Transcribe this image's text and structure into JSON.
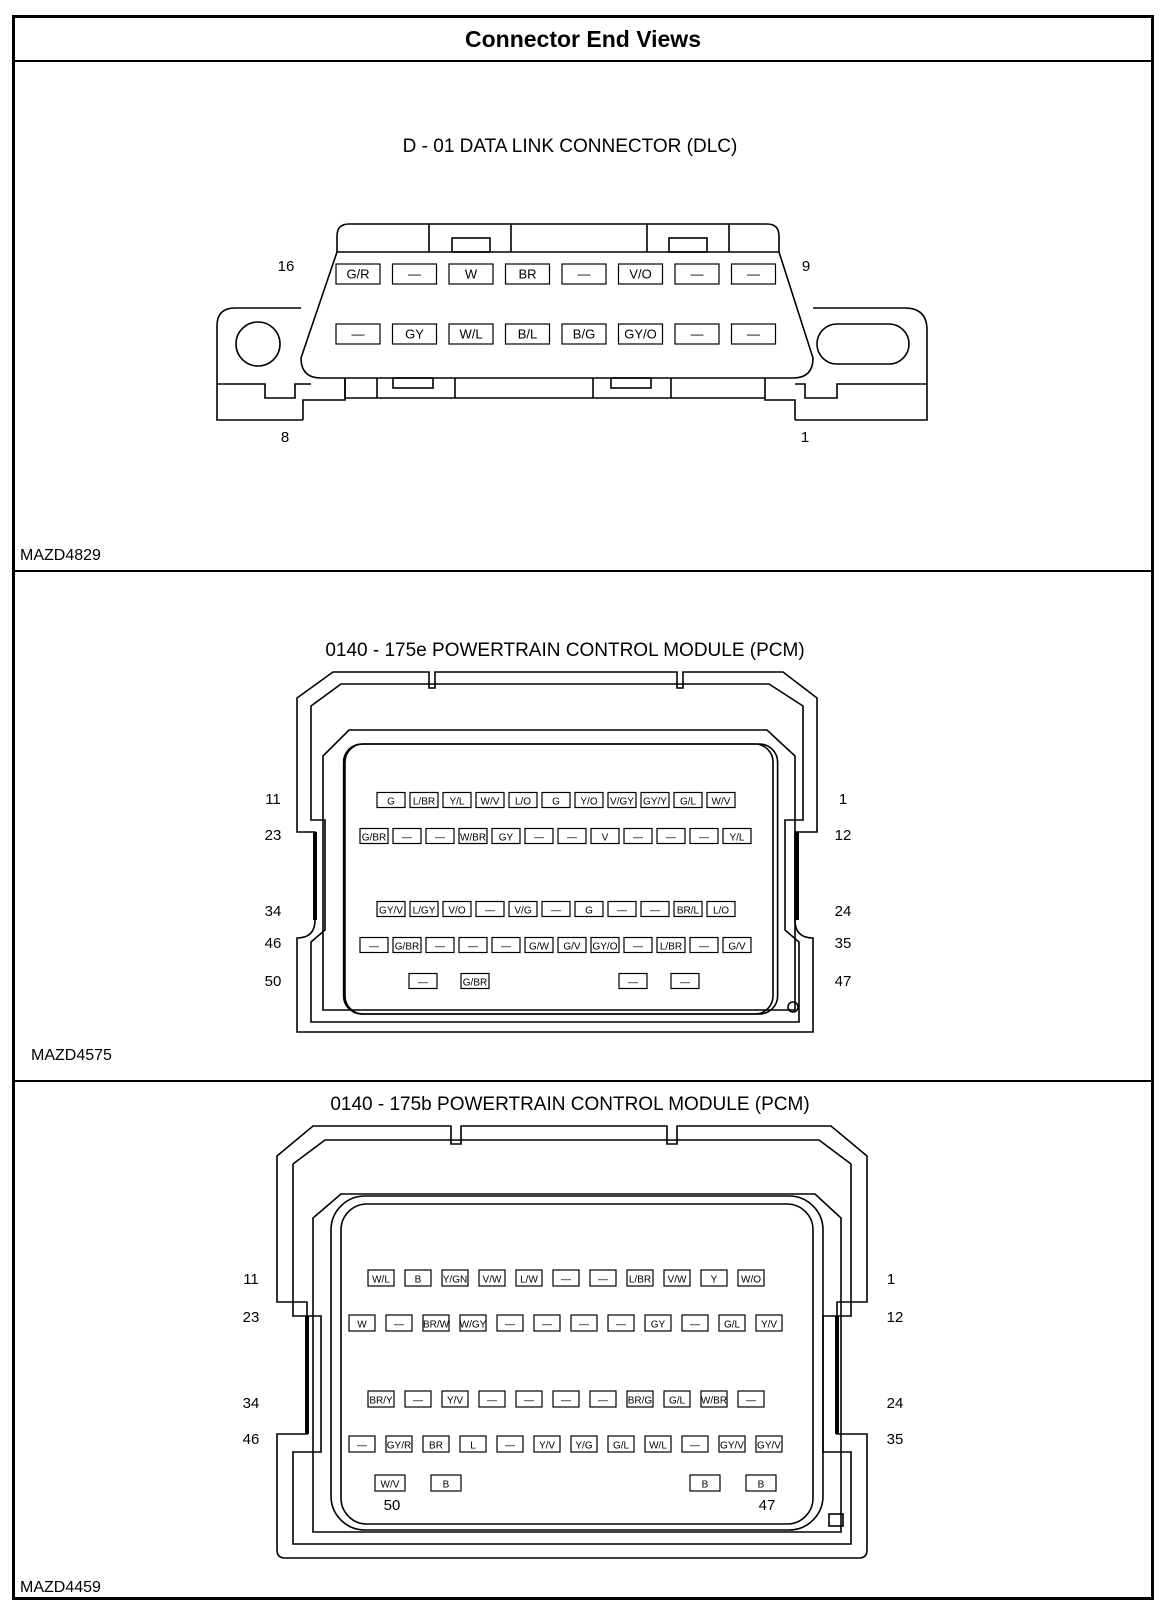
{
  "header": {
    "title": "Connector End Views"
  },
  "dlc": {
    "title": "D - 01 DATA LINK CONNECTOR (DLC)",
    "figure_id": "MAZD4829",
    "labels": {
      "top_left": "16",
      "top_right": "9",
      "bottom_left": "8",
      "bottom_right": "1"
    },
    "row_top": [
      "G/R",
      "—",
      "W",
      "BR",
      "—",
      "V/O",
      "—",
      "—"
    ],
    "row_bottom": [
      "—",
      "GY",
      "W/L",
      "B/L",
      "B/G",
      "GY/O",
      "—",
      "—"
    ]
  },
  "pcm_e": {
    "title": "0140 - 175e POWERTRAIN CONTROL MODULE (PCM)",
    "figure_id": "MAZD4575",
    "row_labels": {
      "left": [
        "11",
        "23",
        "34",
        "46",
        "50"
      ],
      "right": [
        "1",
        "12",
        "24",
        "35",
        "47"
      ]
    },
    "row1": [
      "G",
      "L/BR",
      "Y/L",
      "W/V",
      "L/O",
      "G",
      "Y/O",
      "V/GY",
      "GY/Y",
      "G/L",
      "W/V"
    ],
    "row2": [
      "G/BR",
      "—",
      "—",
      "W/BR",
      "GY",
      "—",
      "—",
      "V",
      "—",
      "—",
      "—",
      "Y/L"
    ],
    "row3": [
      "GY/V",
      "L/GY",
      "V/O",
      "—",
      "V/G",
      "—",
      "G",
      "—",
      "—",
      "BR/L",
      "L/O"
    ],
    "row4": [
      "—",
      "G/BR",
      "—",
      "—",
      "—",
      "G/W",
      "G/V",
      "GY/O",
      "—",
      "L/BR",
      "—",
      "G/V"
    ],
    "row5": [
      "—",
      "G/BR",
      "—",
      "—"
    ]
  },
  "pcm_b": {
    "title": "0140 - 175b POWERTRAIN CONTROL MODULE (PCM)",
    "figure_id": "MAZD4459",
    "row_labels": {
      "left": [
        "11",
        "23",
        "34",
        "46",
        "50"
      ],
      "right": [
        "1",
        "12",
        "24",
        "35",
        "47"
      ]
    },
    "row1": [
      "W/L",
      "B",
      "Y/GN",
      "V/W",
      "L/W",
      "—",
      "—",
      "L/BR",
      "V/W",
      "Y",
      "W/O"
    ],
    "row2": [
      "W",
      "—",
      "BR/W",
      "W/GY",
      "—",
      "—",
      "—",
      "—",
      "GY",
      "—",
      "G/L",
      "Y/V"
    ],
    "row3": [
      "BR/Y",
      "—",
      "Y/V",
      "—",
      "—",
      "—",
      "—",
      "BR/G",
      "G/L",
      "W/BR",
      "—"
    ],
    "row4": [
      "—",
      "GY/R",
      "BR",
      "L",
      "—",
      "Y/V",
      "Y/G",
      "G/L",
      "W/L",
      "—",
      "GY/V",
      "GY/V"
    ],
    "row5": [
      "W/V",
      "B",
      "B",
      "B"
    ]
  }
}
